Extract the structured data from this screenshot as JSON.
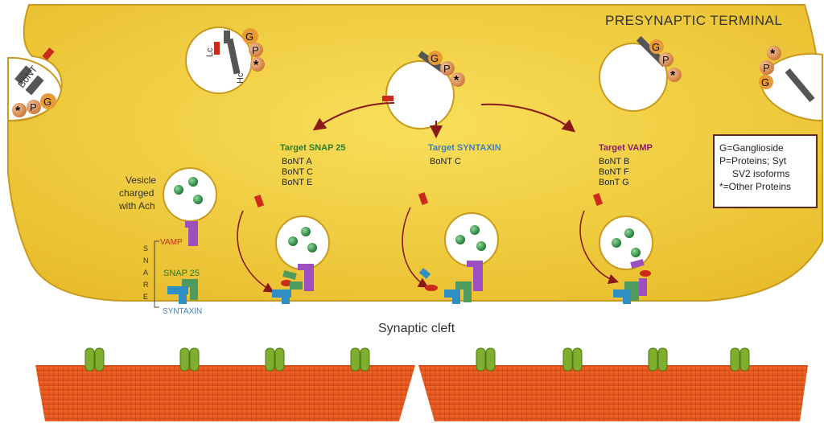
{
  "title": "PRESYNAPTIC TERMINAL",
  "cleft_label": "Synaptic cleft",
  "vesicle_label": [
    "Vesicle",
    "charged",
    "with Ach"
  ],
  "snare": {
    "vertical_label": [
      "S",
      "N",
      "A",
      "R",
      "E"
    ],
    "vamp": "VAMP",
    "snap25": "SNAP 25",
    "syntaxin": "SYNTAXIN"
  },
  "toxin_labels": {
    "bont": "BoNT",
    "lc": "Lc",
    "hc": "Hc"
  },
  "receptor_letters": {
    "g": "G",
    "p": "P",
    "star": "*"
  },
  "targets": [
    {
      "title": "Target SNAP 25",
      "color": "#2e7d2e",
      "items": [
        "BoNT A",
        "BoNT C",
        "BoNT E"
      ]
    },
    {
      "title": "Target SYNTAXIN",
      "color": "#3d7fc4",
      "items": [
        "BoNT C"
      ]
    },
    {
      "title": "Target VAMP",
      "color": "#8b1a6b",
      "items": [
        "BoNT B",
        "BoNT F",
        "BonT G"
      ]
    }
  ],
  "legend": {
    "line1": "G=Ganglioside",
    "line2": "P=Proteins; Syt",
    "line3": "SV2 isoforms",
    "line4": "*=Other Proteins"
  },
  "colors": {
    "terminal": "#f2cd3c",
    "membrane_red": "#e05a1e",
    "vesicle_green": "#2f9a4a",
    "vamp": "#9b4fc0",
    "snap25": "#4f9a5e",
    "syntaxin": "#2f8fc4",
    "toxin_red": "#cc2a1a",
    "arrow": "#8a1a1a"
  }
}
